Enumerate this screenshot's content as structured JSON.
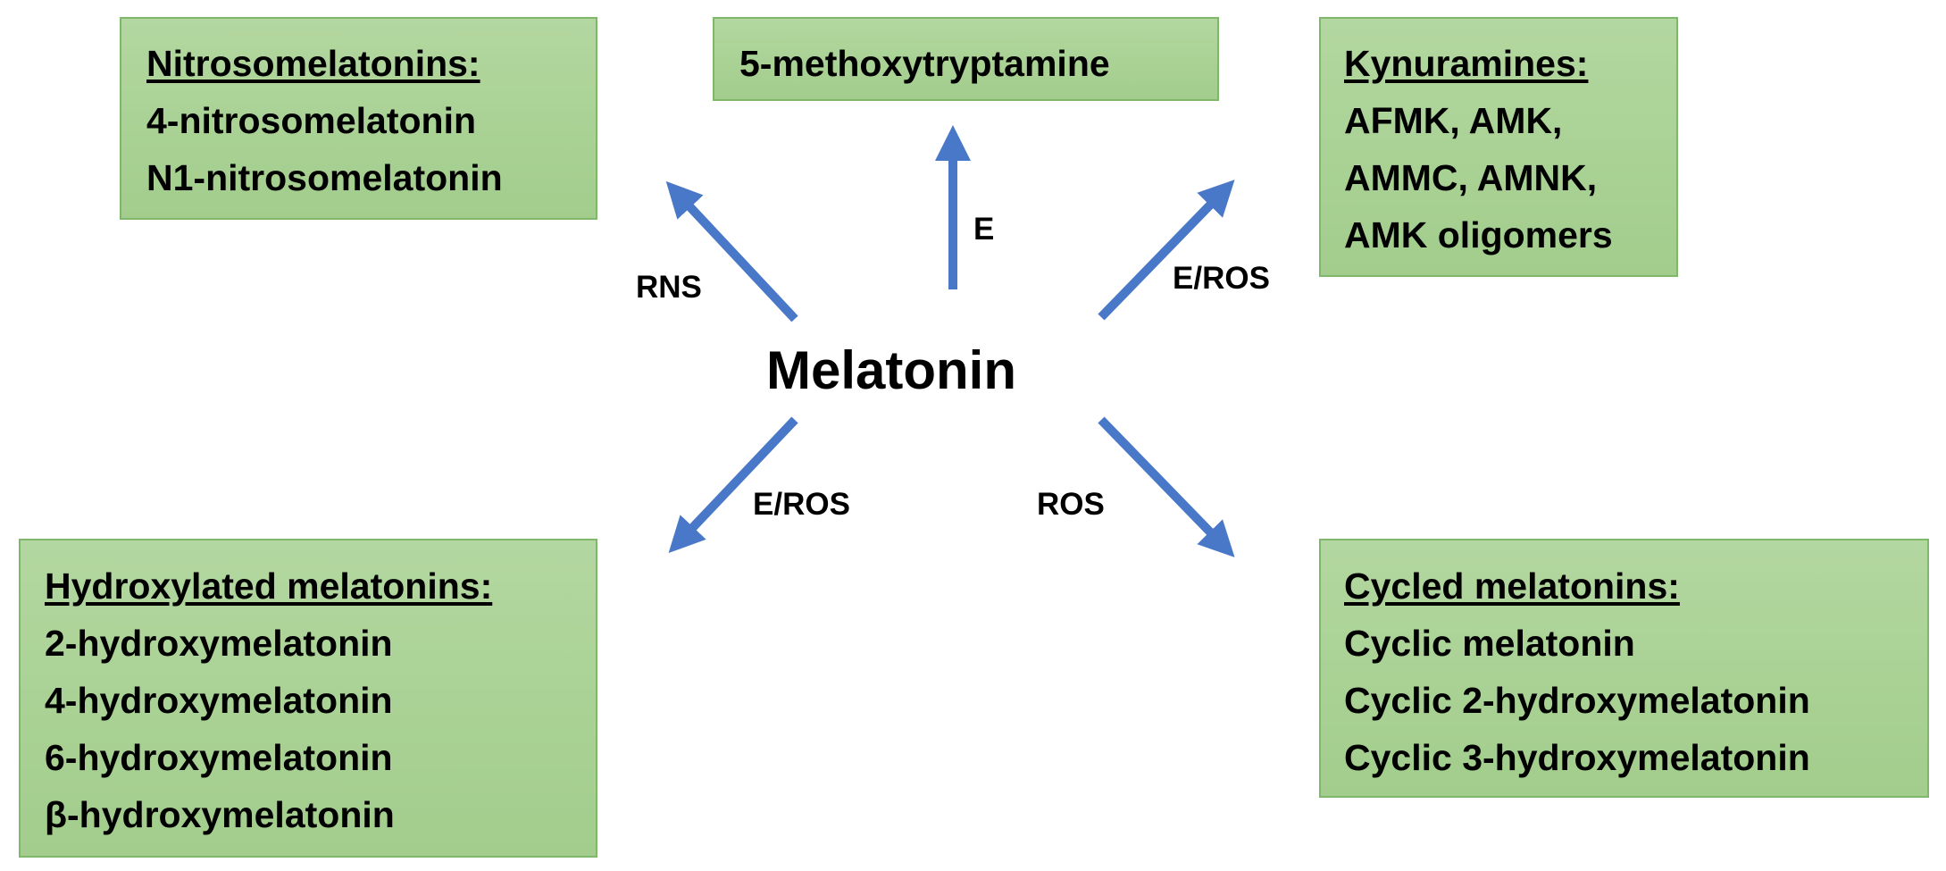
{
  "center": "Melatonin",
  "arrow_color": "#4a78c8",
  "box_color": "#a9d18e",
  "boxes": {
    "nitroso": {
      "title": "Nitrosomelatonins:",
      "items": [
        "4-nitrosomelatonin",
        "N1-nitrosomelatonin"
      ]
    },
    "methoxy": {
      "title": "5-methoxytryptamine"
    },
    "kynur": {
      "title": "Kynuramines:",
      "items": [
        "AFMK, AMK,",
        "AMMC, AMNK,",
        "AMK oligomers"
      ]
    },
    "hydrox": {
      "title": "Hydroxylated melatonins:",
      "items": [
        "2-hydroxymelatonin",
        "4-hydroxymelatonin",
        "6-hydroxymelatonin",
        "β-hydroxymelatonin"
      ]
    },
    "cycled": {
      "title": "Cycled melatonins:",
      "items": [
        "Cyclic melatonin",
        "Cyclic 2-hydroxymelatonin",
        "Cyclic 3-hydroxymelatonin"
      ]
    }
  },
  "arrow_labels": {
    "rns": "RNS",
    "e": "E",
    "eros_tr": "E/ROS",
    "eros_bl": "E/ROS",
    "ros": "ROS"
  }
}
